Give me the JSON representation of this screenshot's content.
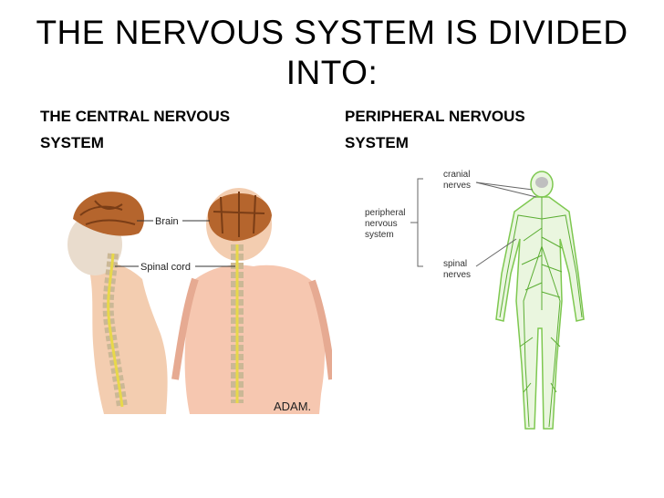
{
  "slide": {
    "title": "THE NERVOUS SYSTEM IS DIVIDED INTO:",
    "left_heading": "THE CENTRAL NERVOUS SYSTEM",
    "right_heading": "PERIPHERAL NERVOUS SYSTEM"
  },
  "cns_figure": {
    "labels": {
      "brain": "Brain",
      "spinal_cord": "Spinal cord"
    },
    "logo": "ADAM."
  },
  "pns_figure": {
    "labels": {
      "peripheral": [
        "peripheral",
        "nervous",
        "system"
      ],
      "cranial": [
        "cranial",
        "nerves"
      ],
      "spinal": [
        "spinal",
        "nerves"
      ]
    }
  },
  "colors": {
    "skin": "#f2c7a6",
    "brain": "#b5652d",
    "cord": "#e8d84a",
    "nerve": "#7ec850"
  }
}
